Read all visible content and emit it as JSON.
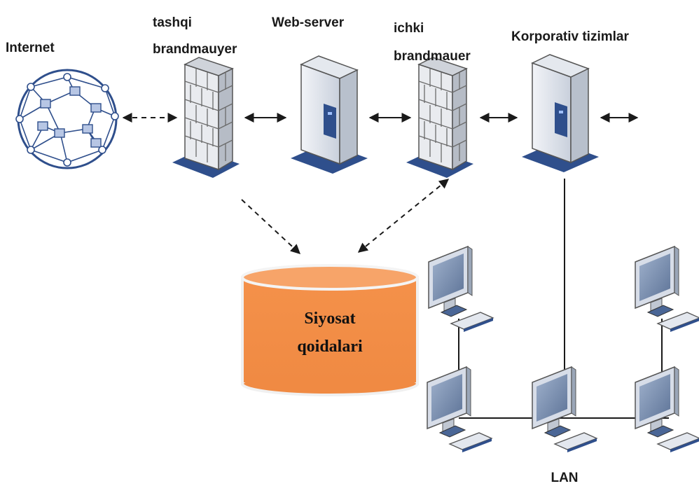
{
  "labels": {
    "internet": "Internet",
    "external_firewall_line1": "tashqi",
    "external_firewall_line2": "brandmauyer",
    "web_server": "Web-server",
    "internal_firewall_line1": "ichki",
    "internal_firewall_line2": "brandmauer",
    "corporate_systems": "Korporativ tizimlar",
    "policy_db_line1": "Siyosat",
    "policy_db_line2": "qoidalari",
    "lan": "LAN"
  },
  "colors": {
    "database_fill": "#f4914a",
    "database_top": "#f7a469",
    "database_rim": "#f4f4f4",
    "device_blue": "#2f4f8c",
    "device_light": "#dde3ee",
    "line": "#1a1a1a"
  },
  "icons": {
    "internet": "globe-network-icon",
    "external_firewall": "firewall-brick-icon",
    "web_server": "server-tower-icon",
    "internal_firewall": "firewall-brick-icon",
    "corporate_server": "server-tower-icon",
    "workstation": "desktop-computer-icon",
    "policy_db": "database-cylinder-icon"
  }
}
